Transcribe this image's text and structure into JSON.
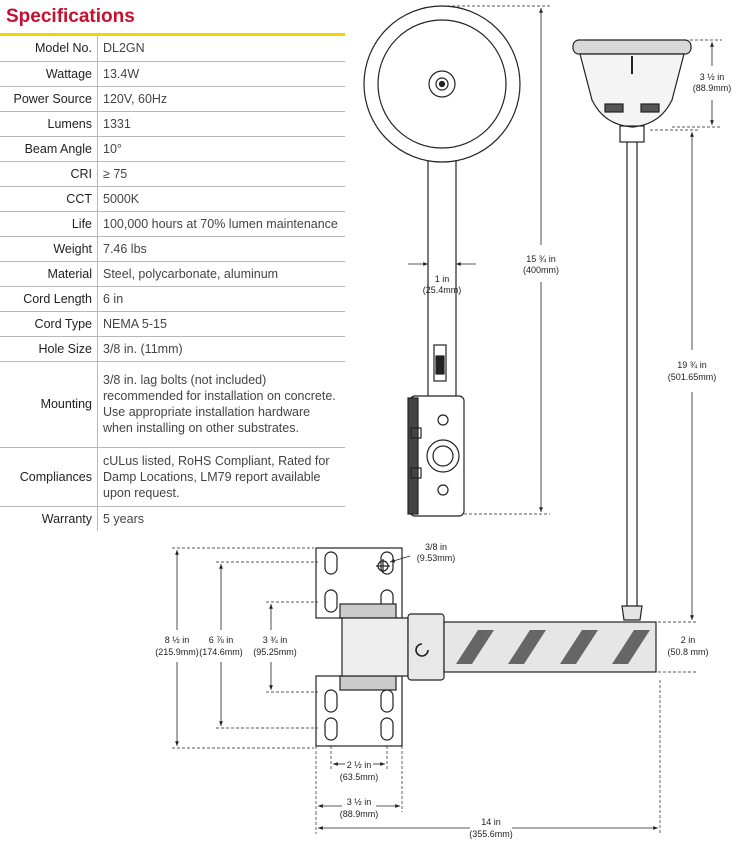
{
  "heading": "Specifications",
  "specs": [
    {
      "label": "Model No.",
      "value": "DL2GN"
    },
    {
      "label": "Wattage",
      "value": "13.4W"
    },
    {
      "label": "Power Source",
      "value": "120V, 60Hz"
    },
    {
      "label": "Lumens",
      "value": "1331"
    },
    {
      "label": "Beam Angle",
      "value": "10°"
    },
    {
      "label": "CRI",
      "value": "≥ 75"
    },
    {
      "label": "CCT",
      "value": "5000K"
    },
    {
      "label": "Life",
      "value": "100,000 hours at 70% lumen maintenance"
    },
    {
      "label": "Weight",
      "value": "7.46 lbs"
    },
    {
      "label": "Material",
      "value": "Steel, polycarbonate, aluminum"
    },
    {
      "label": "Cord Length",
      "value": "6 in"
    },
    {
      "label": "Cord Type",
      "value": "NEMA 5-15"
    },
    {
      "label": "Hole Size",
      "value": "3/8 in. (11mm)"
    },
    {
      "label": "Mounting",
      "value": "3/8 in. lag bolts (not included) recommended for installation on concrete. Use appropriate installation hardware when installing on other substrates."
    },
    {
      "label": "Compliances",
      "value": "cULus listed, RoHS Compliant, Rated for Damp Locations, LM79 report available upon request."
    },
    {
      "label": "Warranty",
      "value": "5 years"
    }
  ],
  "dimensions": {
    "arm_width": {
      "in": "1 in",
      "mm": "(25.4mm)"
    },
    "overall_height": {
      "in": "15 ¾ in",
      "mm": "(400mm)"
    },
    "head_height": {
      "in": "3 ½ in",
      "mm": "(88.9mm)"
    },
    "pole_length": {
      "in": "19 ¾ in",
      "mm": "(501.65mm)"
    },
    "hole_diameter": {
      "in": "3/8 in",
      "mm": "(9.53mm)"
    },
    "arm_height": {
      "in": "2 in",
      "mm": "(50.8 mm)"
    },
    "bracket_height": {
      "in": "8 ½ in",
      "mm": "(215.9mm)"
    },
    "hole_span_outer": {
      "in": "6 ⅞ in",
      "mm": "(174.6mm)"
    },
    "hole_span_inner": {
      "in": "3 ¾ in",
      "mm": "(95.25mm)"
    },
    "hole_span_width": {
      "in": "2 ½ in",
      "mm": "(63.5mm)"
    },
    "bracket_width": {
      "in": "3 ½ in",
      "mm": "(88.9mm)"
    },
    "overall_length": {
      "in": "14 in",
      "mm": "(355.6mm)"
    }
  }
}
